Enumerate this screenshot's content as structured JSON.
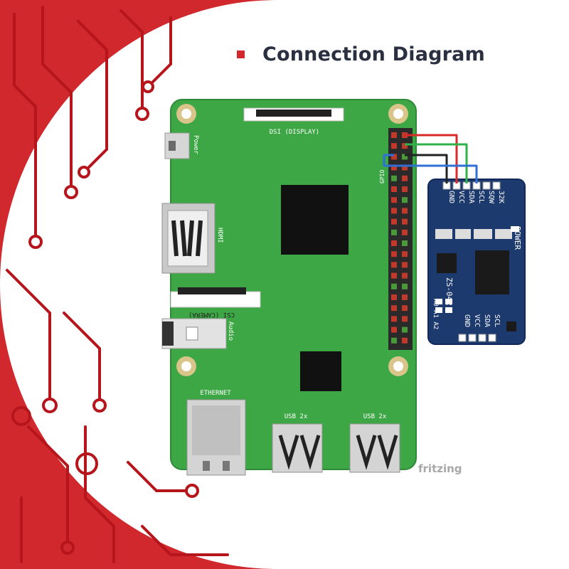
{
  "title": "Connection Diagram",
  "colors": {
    "brand_red": "#d0282c",
    "board_green": "#3da745",
    "module_blue": "#1d3a6e",
    "wire_red": "#d92b2b",
    "wire_green": "#2fb24a",
    "wire_black": "#222222",
    "wire_blue": "#2f6fd6"
  },
  "board": {
    "dsi_label": "DSI (DISPLAY)",
    "power_label": "Power",
    "hdmi_label": "HDMI",
    "csi_label": "CSI (CAMERA)",
    "audio_label": "Audio",
    "ethernet_label": "ETHERNET",
    "usb1_label": "USB 2x",
    "usb2_label": "USB 2x",
    "gpio_label": "GPIO"
  },
  "module": {
    "top_pins": [
      "GND",
      "VCC",
      "SDA",
      "SCL",
      "SQW",
      "32K"
    ],
    "power_label": "POWER",
    "model": "ZS-042",
    "address_label": "A0 A1 A2",
    "bottom_pins": [
      "GND",
      "VCC",
      "SDA",
      "SCL"
    ]
  },
  "watermark": "fritzing"
}
